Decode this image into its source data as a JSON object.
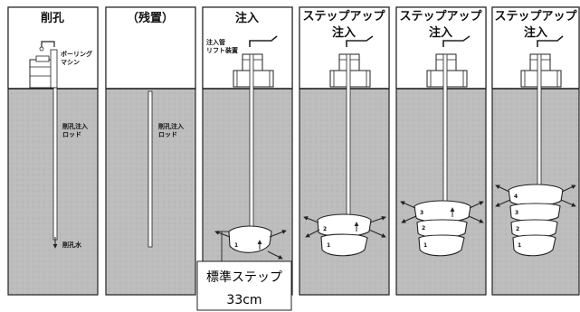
{
  "panels": [
    {
      "title_lines": [
        "削孔"
      ]
    },
    {
      "title_lines": [
        "（残置）"
      ]
    },
    {
      "title_lines": [
        "注入"
      ]
    },
    {
      "title_lines": [
        "ステップアップ",
        "注入"
      ]
    },
    {
      "title_lines": [
        "ステップアップ",
        "注入"
      ]
    },
    {
      "title_lines": [
        "ステップアップ",
        "注入"
      ]
    }
  ],
  "labels": {
    "boring_machine": [
      "ボーリング",
      "マシン"
    ],
    "drill_rod_1": [
      "削孔注入",
      "ロッド"
    ],
    "drill_rod_2": [
      "削孔注入",
      "ロッド"
    ],
    "drill_water": "削孔水",
    "lift_device": [
      "注入管",
      "リフト装置"
    ]
  },
  "callout": {
    "line1": "標準ステップ",
    "line2": "33cm"
  },
  "stage_numbers": [
    "1",
    "2",
    "3",
    "4"
  ],
  "colors": {
    "soil": "#b9b9b9",
    "sky": "#ffffff",
    "frame": "#222222",
    "bulb": "#ffffff"
  }
}
